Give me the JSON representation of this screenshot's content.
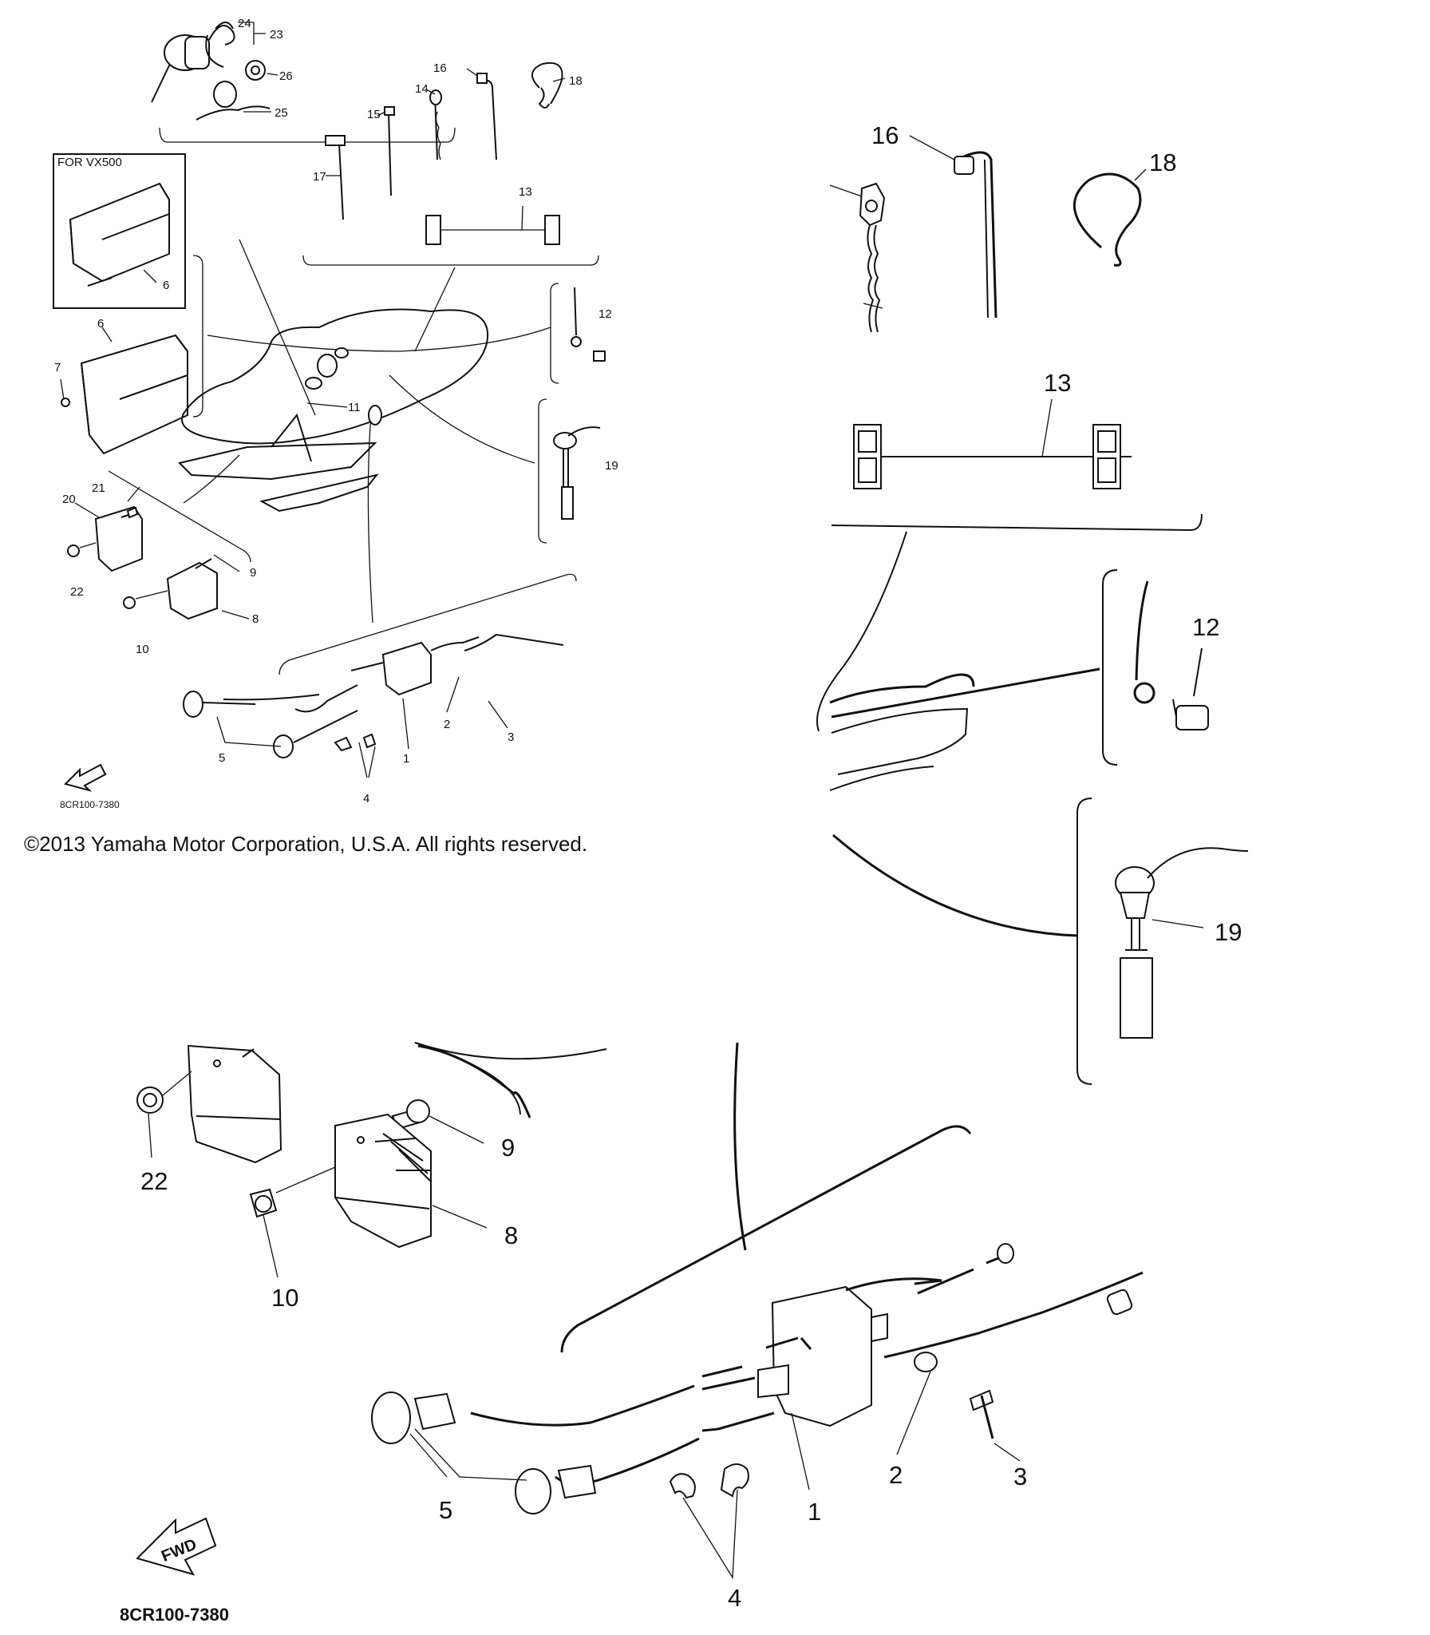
{
  "inset_box_label": "FOR VX500",
  "copyright": "©2013 Yamaha Motor Corporation, U.S.A. All rights reserved.",
  "diagram_code": "8CR100-7380",
  "fwd_label": "FWD",
  "small_view_labels": {
    "p1": "1",
    "p2": "2",
    "p3": "3",
    "p4": "4",
    "p5": "5",
    "p6a": "6",
    "p6b": "6",
    "p7": "7",
    "p8": "8",
    "p9": "9",
    "p10": "10",
    "p11": "11",
    "p12": "12",
    "p13": "13",
    "p14": "14",
    "p15": "15",
    "p16": "16",
    "p17": "17",
    "p18": "18",
    "p19": "19",
    "p20": "20",
    "p21": "21",
    "p22": "22",
    "p23": "23",
    "p24": "24",
    "p25": "25",
    "p26": "26"
  },
  "zoom_labels": {
    "p1": "1",
    "p2": "2",
    "p3": "3",
    "p4": "4",
    "p5": "5",
    "p8": "8",
    "p9": "9",
    "p10": "10",
    "p12": "12",
    "p13": "13",
    "p16": "16",
    "p18": "18",
    "p19": "19",
    "p22": "22"
  }
}
